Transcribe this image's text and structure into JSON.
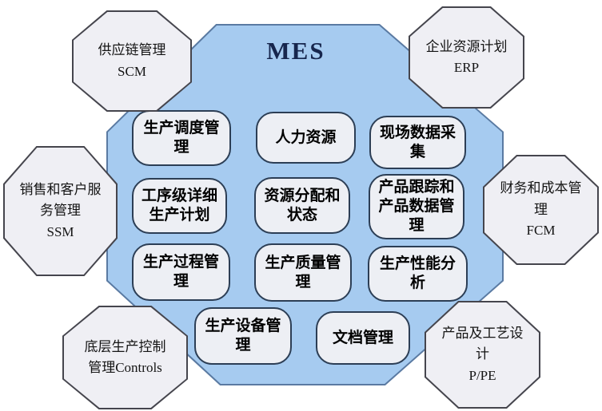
{
  "colors": {
    "background": "#ffffff",
    "mes_fill": "#a6cbf0",
    "mes_border": "#5a7aa2",
    "node_fill": "#efeff4",
    "node_border": "#45454d",
    "module_fill": "#edeff4",
    "module_border": "#2c3e55",
    "title_color": "#17264d",
    "text_color": "#141414"
  },
  "center": {
    "title": "MES",
    "modules": [
      {
        "lines": [
          "生产调度管",
          "理"
        ]
      },
      {
        "lines": [
          "人力资源"
        ]
      },
      {
        "lines": [
          "现场数据采",
          "集"
        ]
      },
      {
        "lines": [
          "工序级详细",
          "生产计划"
        ]
      },
      {
        "lines": [
          "资源分配和",
          "状态"
        ]
      },
      {
        "lines": [
          "产品跟踪和",
          "产品数据管",
          "理"
        ]
      },
      {
        "lines": [
          "生产过程管",
          "理"
        ]
      },
      {
        "lines": [
          "生产质量管",
          "理"
        ]
      },
      {
        "lines": [
          "生产性能分",
          "析"
        ]
      },
      {
        "lines": [
          "生产设备管",
          "理"
        ]
      },
      {
        "lines": [
          "文档管理"
        ]
      }
    ]
  },
  "outer_nodes": {
    "scm": {
      "lines": [
        "供应链管理",
        "SCM"
      ]
    },
    "erp": {
      "lines": [
        "企业资源计划",
        "ERP"
      ]
    },
    "ssm": {
      "lines": [
        "销售和客户服",
        "务管理",
        "SSM"
      ]
    },
    "fcm": {
      "lines": [
        "财务和成本管",
        "理",
        "FCM"
      ]
    },
    "controls": {
      "lines": [
        "底层生产控制",
        "管理Controls"
      ]
    },
    "ppe": {
      "lines": [
        "产品及工艺设",
        "计",
        "P/PE"
      ]
    }
  }
}
